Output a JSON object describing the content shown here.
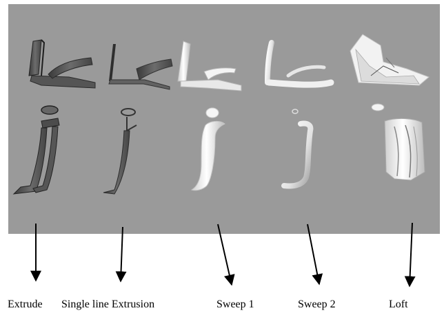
{
  "colors": {
    "background": "#ffffff",
    "render_panel": "#9a9a9a",
    "arrow": "#000000",
    "dark_surface": "#5f5f5f",
    "light_surface": "#efefef"
  },
  "methods": [
    {
      "label": "Extrude",
      "surface_shading": "dark"
    },
    {
      "label": "Single line Extrusion",
      "surface_shading": "dark"
    },
    {
      "label": "Sweep 1",
      "surface_shading": "light"
    },
    {
      "label": "Sweep 2",
      "surface_shading": "light"
    },
    {
      "label": "Loft",
      "surface_shading": "light"
    }
  ]
}
